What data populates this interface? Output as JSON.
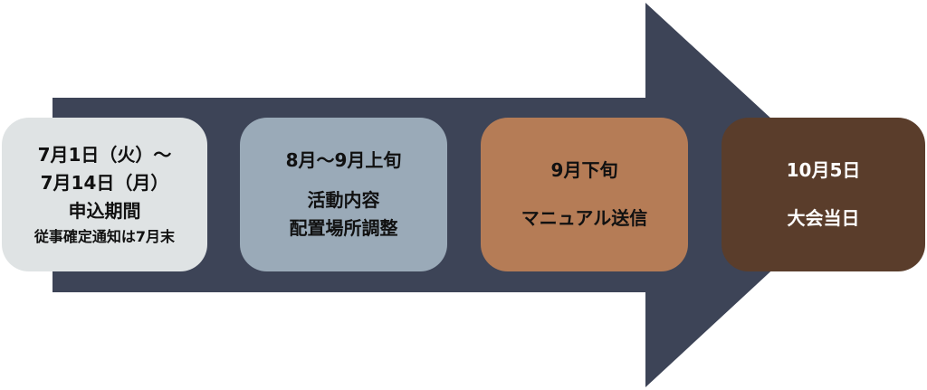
{
  "colors": {
    "arrow": "#3d4457",
    "step_1_fill": "#dfe3e4",
    "step_2_fill": "#9aaab8",
    "step_3_fill": "#b57c56",
    "step_4_fill": "#5a3d2b"
  },
  "steps": [
    {
      "lines": [
        "7月1日（火）～",
        "7月14日（月）",
        "申込期間"
      ],
      "note": "従事確定通知は7月末"
    },
    {
      "lines": [
        "8月～9月上旬",
        "活動内容",
        "配置場所調整"
      ]
    },
    {
      "lines": [
        "9月下旬",
        "マニュアル送信"
      ]
    },
    {
      "lines": [
        "10月5日",
        "大会当日"
      ]
    }
  ]
}
